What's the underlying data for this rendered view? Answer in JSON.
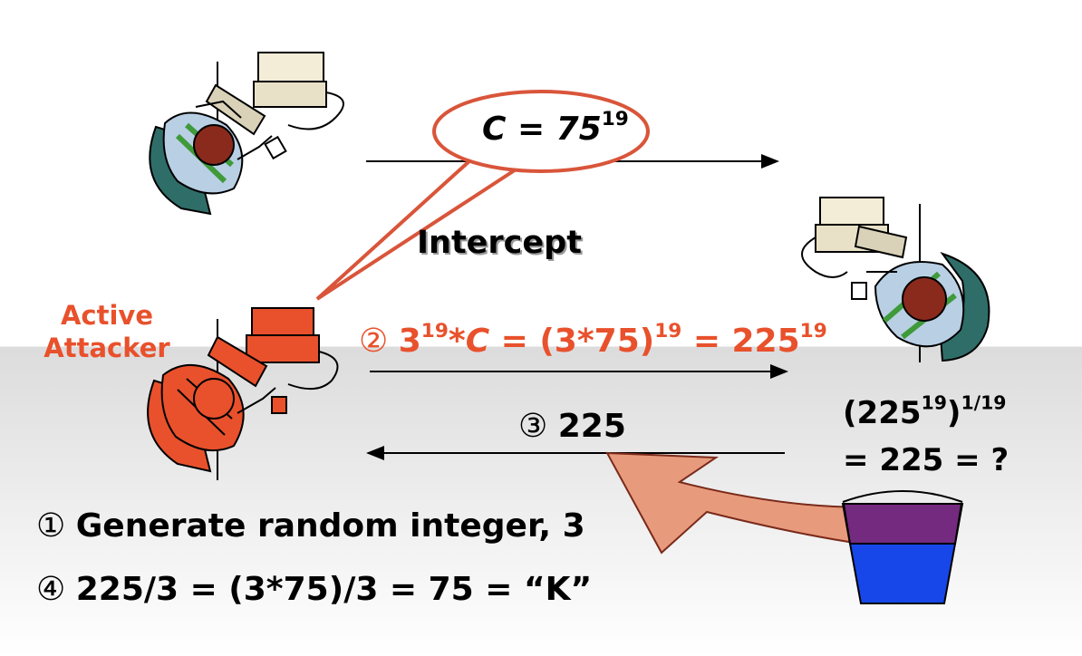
{
  "cipher_label": {
    "base": "C = 75",
    "exp": "19"
  },
  "intercept_label": "Intercept",
  "attacker_label": {
    "line1": "Active",
    "line2": "Attacker"
  },
  "step2": {
    "num": "②",
    "p1": "3",
    "e1": "19",
    "p2": "*",
    "p3": "C",
    "p4": " = (3*75)",
    "e2": "19",
    "p5": " = 225",
    "e3": "19"
  },
  "step3": {
    "num": "③",
    "value": "225"
  },
  "bob_calc": {
    "l1_a": "(225",
    "l1_e1": "19",
    "l1_b": ")",
    "l1_e2": "1/19",
    "line2": "= 225 = ?"
  },
  "step1": {
    "num": "①",
    "text": "Generate random integer, 3"
  },
  "step4": {
    "num": "④",
    "text": "225/3 = (3*75)/3 = 75 = “K”"
  },
  "colors": {
    "attacker": "#e8512c",
    "callout": "#d9553a",
    "arrow_fill": "#e89a7c",
    "bucket_purple": "#742a7f",
    "bucket_blue": "#1747e8"
  }
}
